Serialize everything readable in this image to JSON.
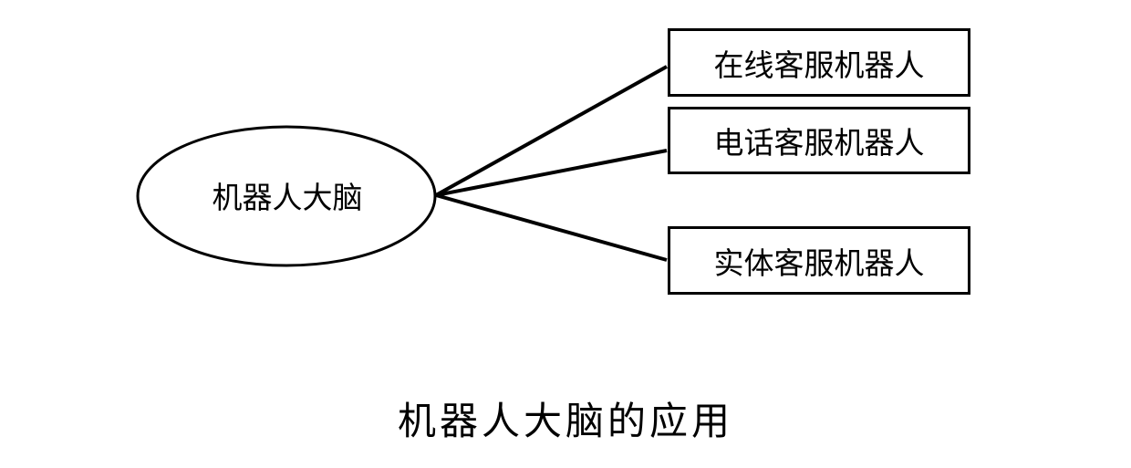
{
  "center": {
    "label": "机器人大脑"
  },
  "branches": [
    {
      "label": "在线客服机器人"
    },
    {
      "label": "电话客服机器人"
    },
    {
      "label": "实体客服机器人"
    }
  ],
  "caption": "机器人大脑的应用"
}
